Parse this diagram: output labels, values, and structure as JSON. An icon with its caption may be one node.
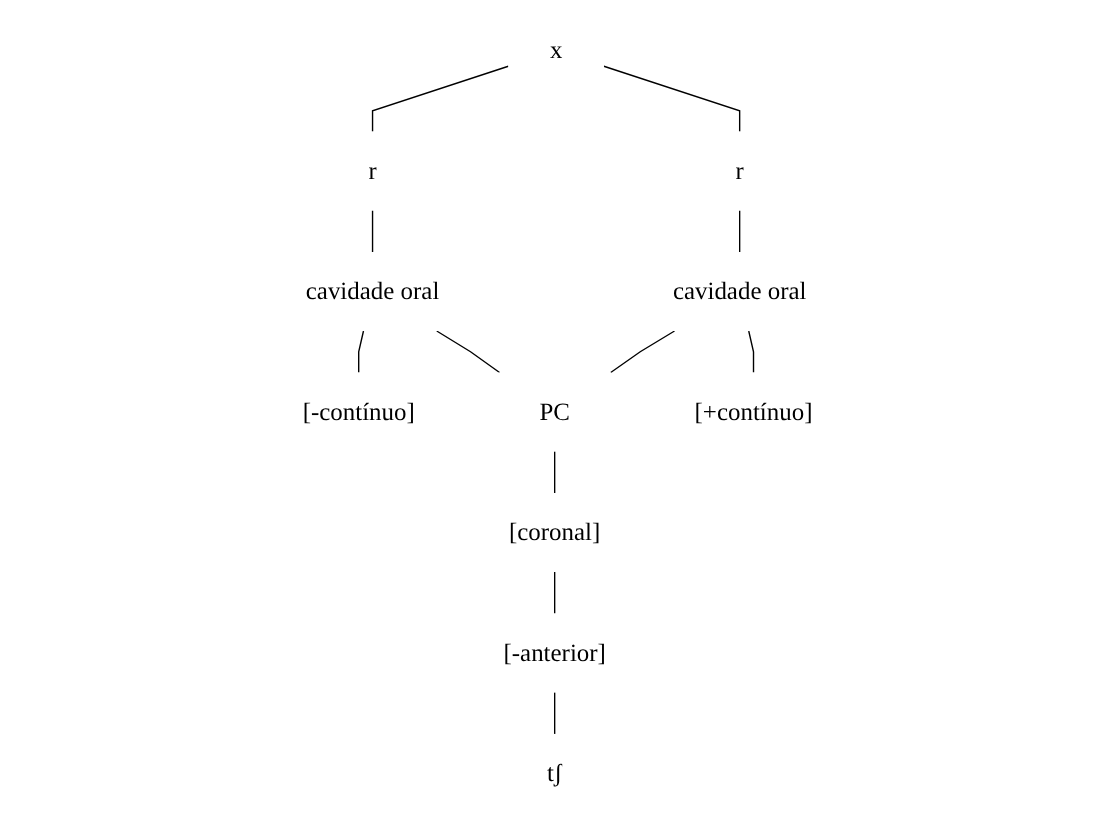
{
  "diagram": {
    "nodes": [
      {
        "text": [
          "x"
        ]
      },
      {
        "text": [
          "r"
        ]
      },
      {
        "text": [
          "r"
        ]
      },
      {
        "text": [
          "cavidade oral"
        ]
      },
      {
        "text": [
          "cavidade oral"
        ]
      },
      {
        "text": [
          "[-contínuo]"
        ]
      },
      {
        "text": [
          "PC"
        ]
      },
      {
        "text": [
          "[+contínuo]"
        ]
      },
      {
        "text": [
          "[coronal]"
        ]
      },
      {
        "text": [
          "[-anterior]"
        ]
      },
      {
        "text": [
          "tʃ"
        ]
      }
    ],
    "edges": [
      {
        "from": 0,
        "to": 1,
        "arrow": "none"
      },
      {
        "from": 0,
        "to": 2,
        "arrow": "none"
      },
      {
        "from": 1,
        "to": 3,
        "arrow": "none"
      },
      {
        "from": 2,
        "to": 4,
        "arrow": "none"
      },
      {
        "from": 3,
        "to": 5,
        "arrow": "none"
      },
      {
        "from": 3,
        "to": 6,
        "arrow": "none"
      },
      {
        "from": 4,
        "to": 6,
        "arrow": "none"
      },
      {
        "from": 4,
        "to": 7,
        "arrow": "none"
      },
      {
        "from": 6,
        "to": 8,
        "arrow": "none"
      },
      {
        "from": 8,
        "to": 9,
        "arrow": "none"
      },
      {
        "from": 9,
        "to": 10,
        "arrow": "none"
      }
    ]
  }
}
